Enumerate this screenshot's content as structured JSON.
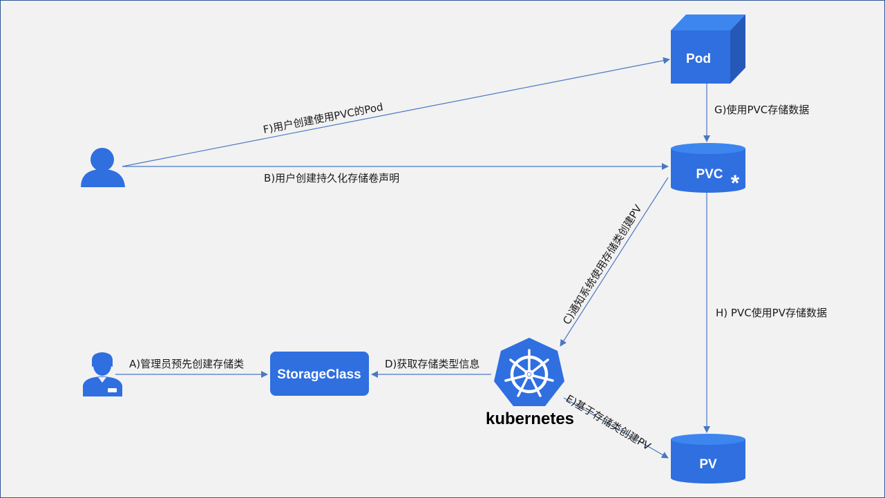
{
  "colors": {
    "node_fill": "#2f6fe0",
    "node_dark": "#2658b8",
    "node_top": "#3d86f0",
    "arrow": "#4a78c2",
    "background": "#f2f2f2"
  },
  "nodes": {
    "pod": "Pod",
    "pvc": "PVC",
    "pvc_marker": "*",
    "pv": "PV",
    "storage_class": "StorageClass",
    "kubernetes": "kubernetes"
  },
  "icons": {
    "user": "user-icon",
    "admin": "admin-icon",
    "kubernetes": "kubernetes-helm-icon"
  },
  "edges": {
    "a": "A)管理员预先创建存储类",
    "b": "B)用户创建持久化存储卷声明",
    "c": "C)通知系统使用存储类创建PV",
    "d": "D)获取存储类型信息",
    "e": "E)基于存储类创建PV",
    "f": "F)用户创建使用PVC的Pod",
    "g": "G)使用PVC存储数据",
    "h": "H)  PVC使用PV存储数据"
  }
}
